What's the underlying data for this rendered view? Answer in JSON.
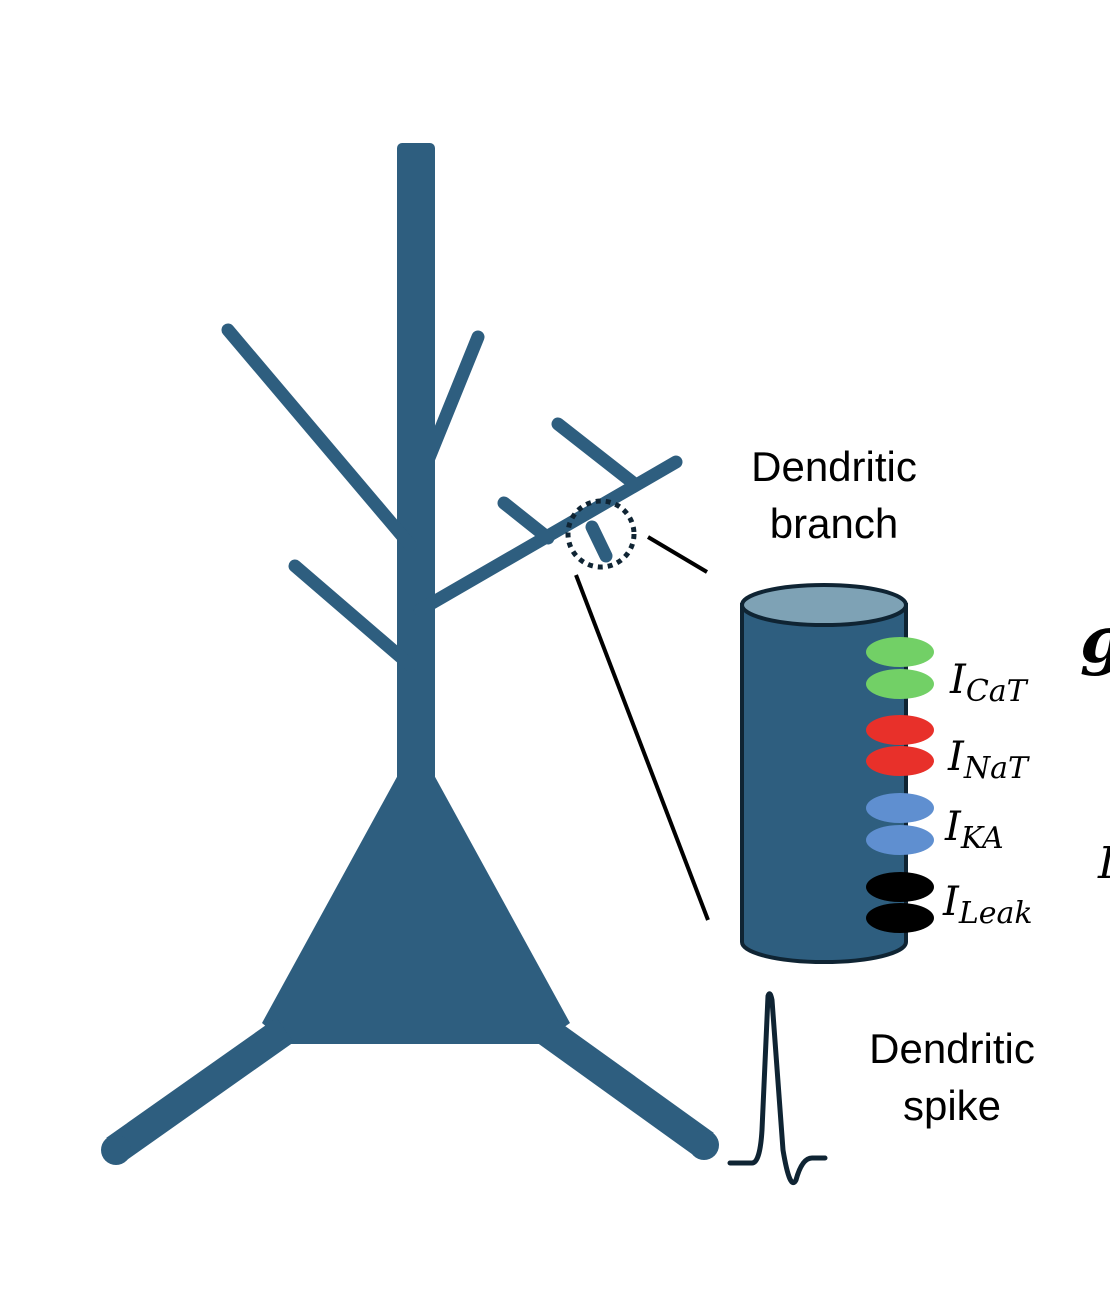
{
  "colors": {
    "neuron": "#2e5e7f",
    "cylinder_top": "#7ea2b5",
    "outline": "#0f2433",
    "cat": "#72d066",
    "nat": "#e8302a",
    "ka": "#5f8fd0",
    "leak": "#000000",
    "text": "#000000",
    "spike": "#0f2433"
  },
  "labels": {
    "branch_line1": "Dendritic",
    "branch_line2": "branch",
    "spike_line1": "Dendritic",
    "spike_line2": "spike"
  },
  "currents": [
    {
      "main": "I",
      "sub": "CaT",
      "color_key": "cat"
    },
    {
      "main": "I",
      "sub": "NaT",
      "color_key": "nat"
    },
    {
      "main": "I",
      "sub": "KA",
      "color_key": "ka"
    },
    {
      "main": "I",
      "sub": "Leak",
      "color_key": "leak"
    }
  ],
  "cropped_edge_glyphs": [
    "g",
    "I"
  ]
}
